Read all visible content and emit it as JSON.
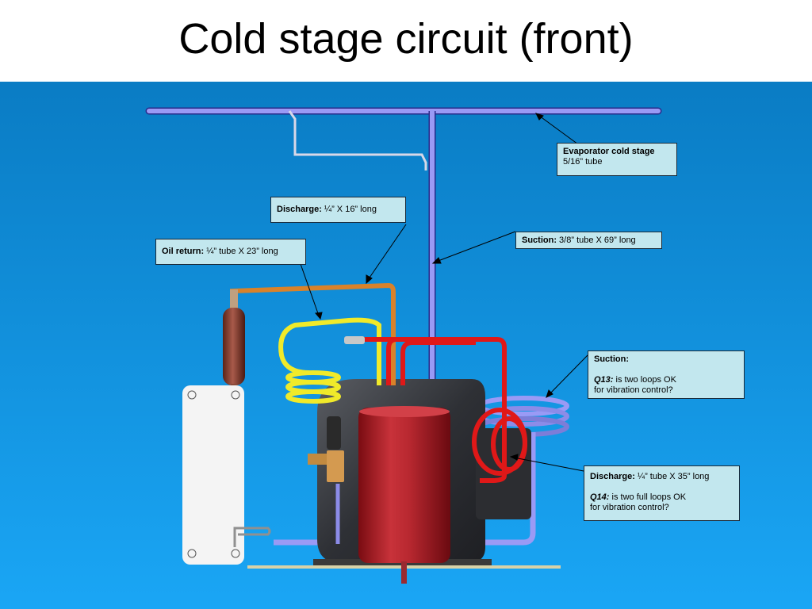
{
  "title": "Cold stage circuit (front)",
  "colors": {
    "background_top": "#0a7cc4",
    "background_bottom": "#1aa6f5",
    "suction_tube": "#8c8cf0",
    "discharge_tube": "#e01818",
    "oil_return_tube": "#f0ea2a",
    "discharge_copper": "#d9822a",
    "callout_fill": "#c2e7ee"
  },
  "callouts": {
    "evaporator": {
      "bold": "Evaporator cold stage",
      "text": "5/16” tube"
    },
    "discharge_top": {
      "bold": "Discharge:",
      "text": " ¼” X  16” long"
    },
    "suction_top": {
      "bold": "Suction:",
      "text": " 3/8” tube X 69” long"
    },
    "oil_return": {
      "bold": "Oil return:",
      "text": " ¼” tube X 23” long"
    },
    "suction_q13": {
      "bold": "Suction:",
      "q_label": "Q13:",
      "q_text_1": " is two loops OK",
      "q_text_2": "for vibration control?"
    },
    "discharge_q14": {
      "bold": "Discharge:",
      "text": " ¼” tube X 35” long",
      "q_label": "Q14:",
      "q_text_1": " is two full loops OK",
      "q_text_2": "for vibration control?"
    }
  }
}
